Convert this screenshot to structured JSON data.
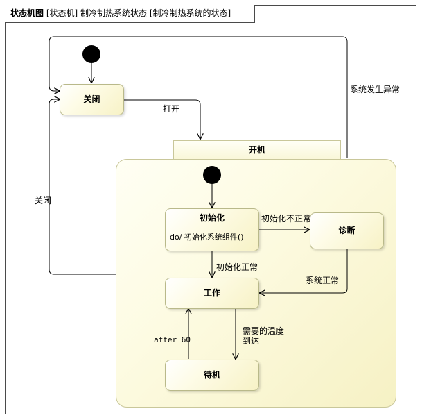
{
  "frame": {
    "kind": "状态机图",
    "title": "[状态机] 制冷制热系统状态 [制冷制热系统的状态]"
  },
  "states": {
    "closed": "关闭",
    "on": "开机",
    "init": "初始化",
    "init_activity": "do/ 初始化系统组件()",
    "diagnose": "诊断",
    "working": "工作",
    "standby": "待机"
  },
  "transitions": {
    "turn_on": "打开",
    "system_error": "系统发生异常",
    "turn_off": "关闭",
    "init_error": "初始化不正常",
    "init_ok": "初始化正常",
    "system_ok": "系统正常",
    "temp_reached": "需要的温度\n到达",
    "after_60": "after 60"
  }
}
